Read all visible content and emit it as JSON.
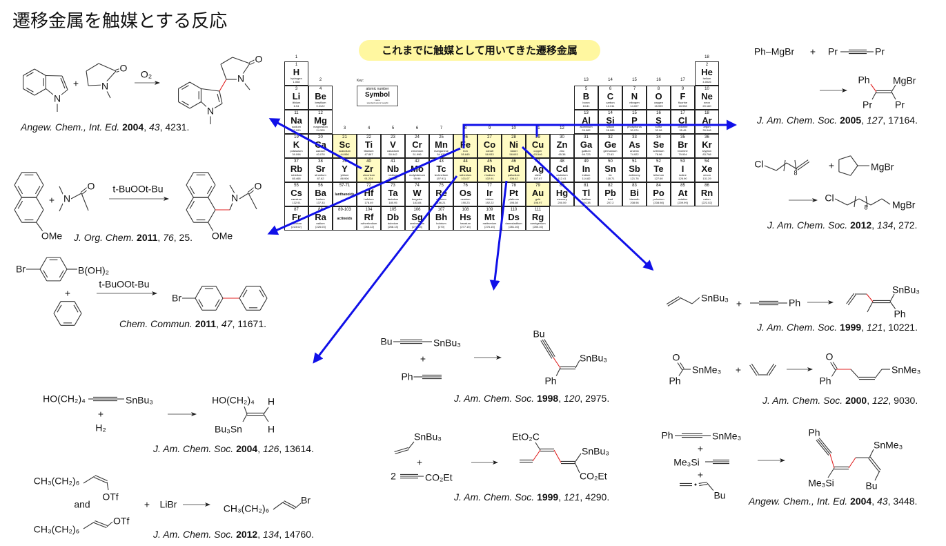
{
  "title": "遷移金属を触媒とする反応",
  "banner": "これまでに触媒として用いてきた遷移金属",
  "colors": {
    "highlight": "#fffbc4",
    "arrow": "#1010e8",
    "new_bond": "#e02020",
    "banner": "#fff7a0"
  },
  "periodic_table": {
    "group_labels": [
      "1",
      "2",
      "3",
      "4",
      "5",
      "6",
      "7",
      "8",
      "9",
      "10",
      "11",
      "12",
      "13",
      "14",
      "15",
      "16",
      "17",
      "18"
    ],
    "key": {
      "label": "Key:",
      "atomic_number": "atomic number",
      "symbol": "Symbol",
      "name": "name",
      "weight": "standard atomic weight"
    },
    "lanthanoids": {
      "range": "57-71",
      "name": "lanthanoids"
    },
    "actinoids": {
      "range": "89-103",
      "name": "actinoids"
    },
    "highlighted": [
      "Sc",
      "Zr",
      "Fe",
      "Co",
      "Ni",
      "Cu",
      "Ru",
      "Rh",
      "Pd",
      "Au"
    ],
    "elements": [
      [
        1,
        "H",
        "hydrogen",
        "1.008"
      ],
      [
        2,
        "He",
        "helium",
        "4.0026"
      ],
      [
        3,
        "Li",
        "lithium",
        "6.94"
      ],
      [
        4,
        "Be",
        "beryllium",
        "9.0122"
      ],
      [
        5,
        "B",
        "boron",
        "10.81"
      ],
      [
        6,
        "C",
        "carbon",
        "12.011"
      ],
      [
        7,
        "N",
        "nitrogen",
        "14.007"
      ],
      [
        8,
        "O",
        "oxygen",
        "15.999"
      ],
      [
        9,
        "F",
        "fluorine",
        "18.998"
      ],
      [
        10,
        "Ne",
        "neon",
        "20.180"
      ],
      [
        11,
        "Na",
        "sodium",
        "22.990"
      ],
      [
        12,
        "Mg",
        "magnesium",
        "24.305"
      ],
      [
        13,
        "Al",
        "aluminium",
        "26.982"
      ],
      [
        14,
        "Si",
        "silicon",
        "28.085"
      ],
      [
        15,
        "P",
        "phosphorus",
        "30.974"
      ],
      [
        16,
        "S",
        "sulfur",
        "32.06"
      ],
      [
        17,
        "Cl",
        "chlorine",
        "35.45"
      ],
      [
        18,
        "Ar",
        "argon",
        "39.948"
      ],
      [
        19,
        "K",
        "potassium",
        "39.098"
      ],
      [
        20,
        "Ca",
        "calcium",
        "40.078"
      ],
      [
        21,
        "Sc",
        "scandium",
        "44.956"
      ],
      [
        22,
        "Ti",
        "titanium",
        "47.867"
      ],
      [
        23,
        "V",
        "vanadium",
        "50.942"
      ],
      [
        24,
        "Cr",
        "chromium",
        "51.996"
      ],
      [
        25,
        "Mn",
        "manganese",
        "54.938"
      ],
      [
        26,
        "Fe",
        "iron",
        "55.845"
      ],
      [
        27,
        "Co",
        "cobalt",
        "58.933"
      ],
      [
        28,
        "Ni",
        "nickel",
        "58.693"
      ],
      [
        29,
        "Cu",
        "copper",
        "63.546"
      ],
      [
        30,
        "Zn",
        "zinc",
        "65.38"
      ],
      [
        31,
        "Ga",
        "gallium",
        "69.723"
      ],
      [
        32,
        "Ge",
        "germanium",
        "72.63"
      ],
      [
        33,
        "As",
        "arsenic",
        "74.922"
      ],
      [
        34,
        "Se",
        "selenium",
        "78.96"
      ],
      [
        35,
        "Br",
        "bromine",
        "79.904"
      ],
      [
        36,
        "Kr",
        "krypton",
        "83.798"
      ],
      [
        37,
        "Rb",
        "rubidium",
        "85.468"
      ],
      [
        38,
        "Sr",
        "strontium",
        "87.62"
      ],
      [
        39,
        "Y",
        "yttrium",
        "88.906"
      ],
      [
        40,
        "Zr",
        "zirconium",
        "91.224"
      ],
      [
        41,
        "Nb",
        "niobium",
        "92.906"
      ],
      [
        42,
        "Mo",
        "molybdenum",
        "95.96"
      ],
      [
        43,
        "Tc",
        "technetium",
        "[97.91]"
      ],
      [
        44,
        "Ru",
        "ruthenium",
        "101.07"
      ],
      [
        45,
        "Rh",
        "rhodium",
        "102.91"
      ],
      [
        46,
        "Pd",
        "palladium",
        "106.42"
      ],
      [
        47,
        "Ag",
        "silver",
        "107.87"
      ],
      [
        48,
        "Cd",
        "cadmium",
        "112.41"
      ],
      [
        49,
        "In",
        "indium",
        "114.82"
      ],
      [
        50,
        "Sn",
        "tin",
        "118.71"
      ],
      [
        51,
        "Sb",
        "antimony",
        "121.76"
      ],
      [
        52,
        "Te",
        "tellurium",
        "127.60"
      ],
      [
        53,
        "I",
        "iodine",
        "126.90"
      ],
      [
        54,
        "Xe",
        "xenon",
        "131.29"
      ],
      [
        55,
        "Cs",
        "caesium",
        "132.91"
      ],
      [
        56,
        "Ba",
        "barium",
        "137.33"
      ],
      [
        72,
        "Hf",
        "hafnium",
        "178.49"
      ],
      [
        73,
        "Ta",
        "tantalum",
        "180.95"
      ],
      [
        74,
        "W",
        "tungsten",
        "183.84"
      ],
      [
        75,
        "Re",
        "rhenium",
        "186.21"
      ],
      [
        76,
        "Os",
        "osmium",
        "190.23"
      ],
      [
        77,
        "Ir",
        "iridium",
        "192.22"
      ],
      [
        78,
        "Pt",
        "platinum",
        "195.08"
      ],
      [
        79,
        "Au",
        "gold",
        "196.97"
      ],
      [
        80,
        "Hg",
        "mercury",
        "200.59"
      ],
      [
        81,
        "Tl",
        "thallium",
        "204.38"
      ],
      [
        82,
        "Pb",
        "lead",
        "207.2"
      ],
      [
        83,
        "Bi",
        "bismuth",
        "208.98"
      ],
      [
        84,
        "Po",
        "polonium",
        "[208.98]"
      ],
      [
        85,
        "At",
        "astatine",
        "[209.99]"
      ],
      [
        86,
        "Rn",
        "radon",
        "[222.02]"
      ],
      [
        87,
        "Fr",
        "francium",
        "[223.02]"
      ],
      [
        88,
        "Ra",
        "radium",
        "[226.03]"
      ],
      [
        104,
        "Rf",
        "rutherfordium",
        "[265.12]"
      ],
      [
        105,
        "Db",
        "dubnium",
        "[268.13]"
      ],
      [
        106,
        "Sg",
        "seaborgium",
        "[271.13]"
      ],
      [
        107,
        "Bh",
        "bohrium",
        "[270]"
      ],
      [
        108,
        "Hs",
        "hassium",
        "[277.15]"
      ],
      [
        109,
        "Mt",
        "meitnerium",
        "[276.15]"
      ],
      [
        110,
        "Ds",
        "darmstadtium",
        "[281.16]"
      ],
      [
        111,
        "Rg",
        "roentgenium",
        "[280.16]"
      ]
    ]
  },
  "reactions": {
    "r1": {
      "labels": [
        "N",
        "+",
        "N",
        "O",
        "O₂",
        "N",
        "N",
        "O"
      ],
      "cite": {
        "journal": "Angew. Chem., Int. Ed.",
        "year": "2004",
        "volume": "43",
        "page": "4231"
      }
    },
    "r2": {
      "labels": [
        "OMe",
        "+",
        "N",
        "O",
        "t-BuOOt-Bu",
        "N",
        "O",
        "OMe"
      ],
      "cite": {
        "journal": "J. Org. Chem.",
        "year": "2011",
        "volume": "76",
        "page": "25"
      }
    },
    "r3": {
      "labels": [
        "Br",
        "B(OH)₂",
        "+",
        "t-BuOOt-Bu",
        "Br"
      ],
      "cite": {
        "journal": "Chem. Commun.",
        "year": "2011",
        "volume": "47",
        "page": "11671"
      }
    },
    "r4": {
      "labels": [
        "HO(CH₂)₄",
        "SnBu₃",
        "+",
        "H₂",
        "HO(CH₂)₄",
        "H",
        "Bu₃Sn",
        "H"
      ],
      "cite": {
        "journal": "J. Am. Chem. Soc.",
        "year": "2004",
        "volume": "126",
        "page": "13614"
      }
    },
    "r5": {
      "labels": [
        "CH₃(CH₂)₆",
        "OTf",
        "and",
        "CH₃(CH₂)₆",
        "OTf",
        "+",
        "LiBr",
        "CH₃(CH₂)₆",
        "Br"
      ],
      "cite": {
        "journal": "J. Am. Chem. Soc.",
        "year": "2012",
        "volume": "134",
        "page": "14760"
      }
    },
    "r6": {
      "labels": [
        "Bu",
        "SnBu₃",
        "+",
        "Ph",
        "Bu",
        "SnBu₃",
        "Ph"
      ],
      "cite": {
        "journal": "J. Am. Chem. Soc.",
        "year": "1998",
        "volume": "120",
        "page": "2975"
      }
    },
    "r7": {
      "labels": [
        "SnBu₃",
        "+",
        "2",
        "CO₂Et",
        "EtO₂C",
        "SnBu₃",
        "CO₂Et"
      ],
      "cite": {
        "journal": "J. Am. Chem. Soc.",
        "year": "1999",
        "volume": "121",
        "page": "4290"
      }
    },
    "r8": {
      "labels": [
        "Ph–MgBr",
        "+",
        "Pr",
        "Pr",
        "Ph",
        "MgBr",
        "Pr",
        "Pr"
      ],
      "cite": {
        "journal": "J. Am. Chem. Soc.",
        "year": "2005",
        "volume": "127",
        "page": "17164"
      }
    },
    "r9": {
      "labels": [
        "Cl",
        "8",
        "+",
        "MgBr",
        "Cl",
        "8",
        "MgBr"
      ],
      "cite": {
        "journal": "J. Am. Chem. Soc.",
        "year": "2012",
        "volume": "134",
        "page": "272"
      }
    },
    "r10": {
      "labels": [
        "SnBu₃",
        "+",
        "Ph",
        "SnBu₃",
        "Ph"
      ],
      "cite": {
        "journal": "J. Am. Chem. Soc.",
        "year": "1999",
        "volume": "121",
        "page": "10221"
      }
    },
    "r11": {
      "labels": [
        "O",
        "SnMe₃",
        "Ph",
        "+",
        "O",
        "Ph",
        "SnMe₃"
      ],
      "cite": {
        "journal": "J. Am. Chem. Soc.",
        "year": "2000",
        "volume": "122",
        "page": "9030"
      }
    },
    "r12": {
      "labels": [
        "Ph",
        "SnMe₃",
        "+",
        "Me₃Si",
        "+",
        "Bu",
        "Ph",
        "SnMe₃",
        "Me₃Si",
        "Bu"
      ],
      "cite": {
        "journal": "Angew. Chem., Int. Ed.",
        "year": "2004",
        "volume": "43",
        "page": "3448"
      }
    }
  }
}
